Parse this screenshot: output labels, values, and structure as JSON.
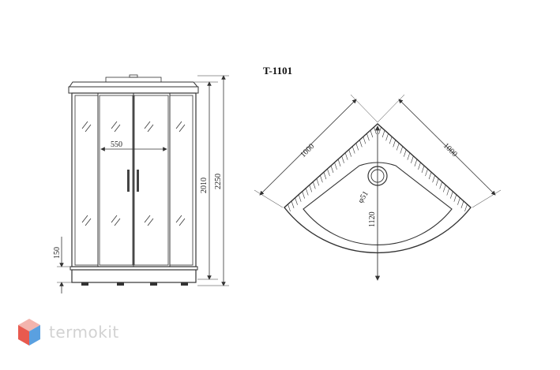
{
  "model": "T-1101",
  "front_view": {
    "door_width": "550",
    "panel_height": "2010",
    "total_height": "2250",
    "tray_height": "150"
  },
  "top_view": {
    "side_left": "1000",
    "side_right": "1000",
    "diagonal": "1120",
    "drain": "φ51"
  },
  "logo": {
    "text": "termokit",
    "colors": [
      "#e85a4f",
      "#5aa0e0",
      "#f3b4ad",
      "#a9cdf0"
    ]
  }
}
